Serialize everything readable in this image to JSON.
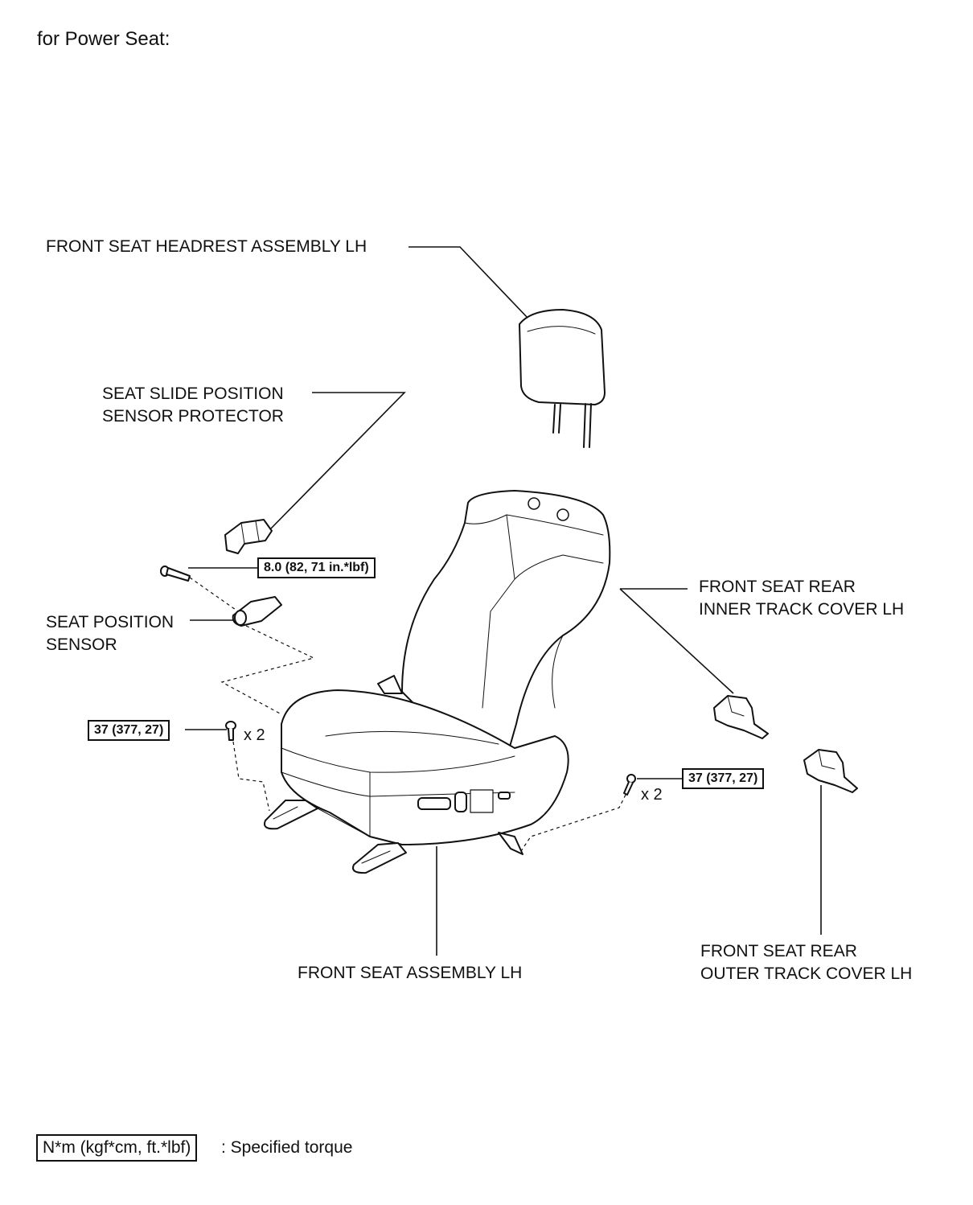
{
  "title": "for Power Seat:",
  "labels": {
    "headrest": "FRONT SEAT HEADREST ASSEMBLY LH",
    "slide_protector_line1": "SEAT SLIDE POSITION",
    "slide_protector_line2": "SENSOR PROTECTOR",
    "position_sensor_line1": "SEAT POSITION",
    "position_sensor_line2": "SENSOR",
    "inner_cover_line1": "FRONT SEAT REAR",
    "inner_cover_line2": "INNER TRACK COVER LH",
    "outer_cover_line1": "FRONT SEAT REAR",
    "outer_cover_line2": "OUTER TRACK COVER LH",
    "seat_assembly": "FRONT SEAT ASSEMBLY LH"
  },
  "torques": {
    "sensor_screw": "8.0 (82, 71 in.*lbf)",
    "left_bolts": "37 (377, 27)",
    "right_bolts": "37 (377, 27)"
  },
  "quantities": {
    "left_bolts": "x 2",
    "right_bolts": "x 2"
  },
  "legend": {
    "unit_box": "N*m (kgf*cm, ft.*lbf)",
    "description": ": Specified torque"
  }
}
